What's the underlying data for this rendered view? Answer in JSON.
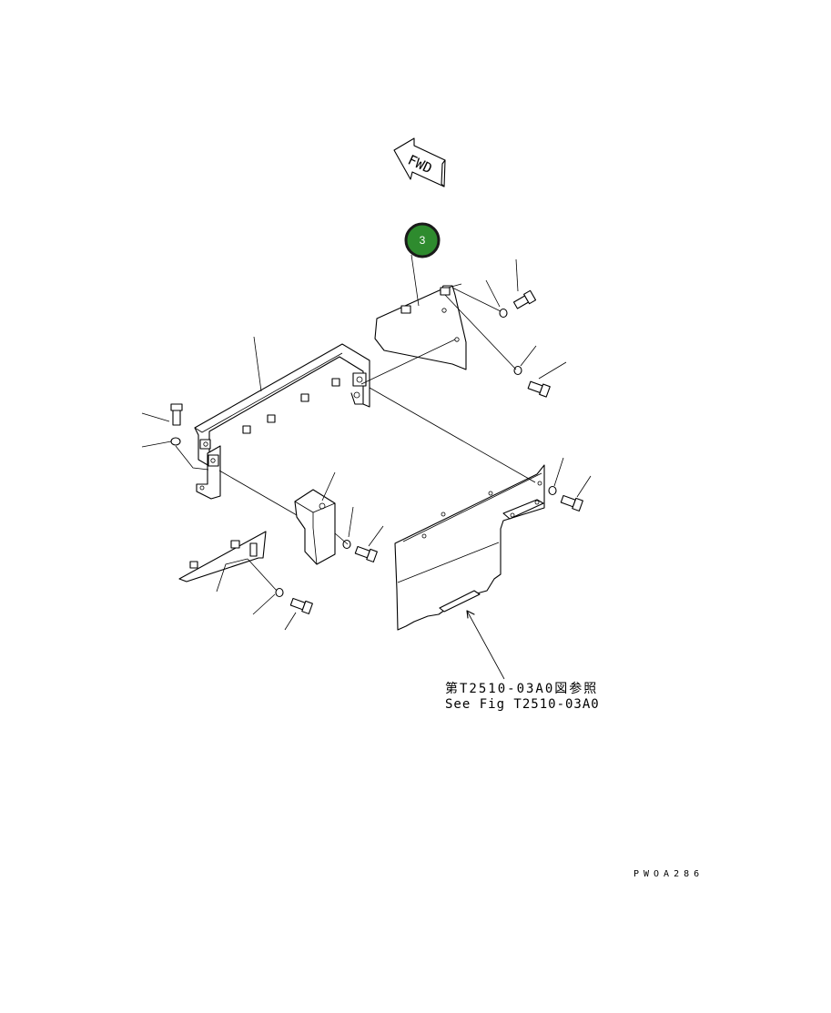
{
  "direction_indicator": {
    "label": "FWD"
  },
  "callouts": [
    {
      "number": "3",
      "color": "#2e8b2e"
    }
  ],
  "reference_note": {
    "line_jp": "第T2510-03A0図参照",
    "line_en": "See Fig T2510-03A0"
  },
  "drawing_code": "PWOA286"
}
